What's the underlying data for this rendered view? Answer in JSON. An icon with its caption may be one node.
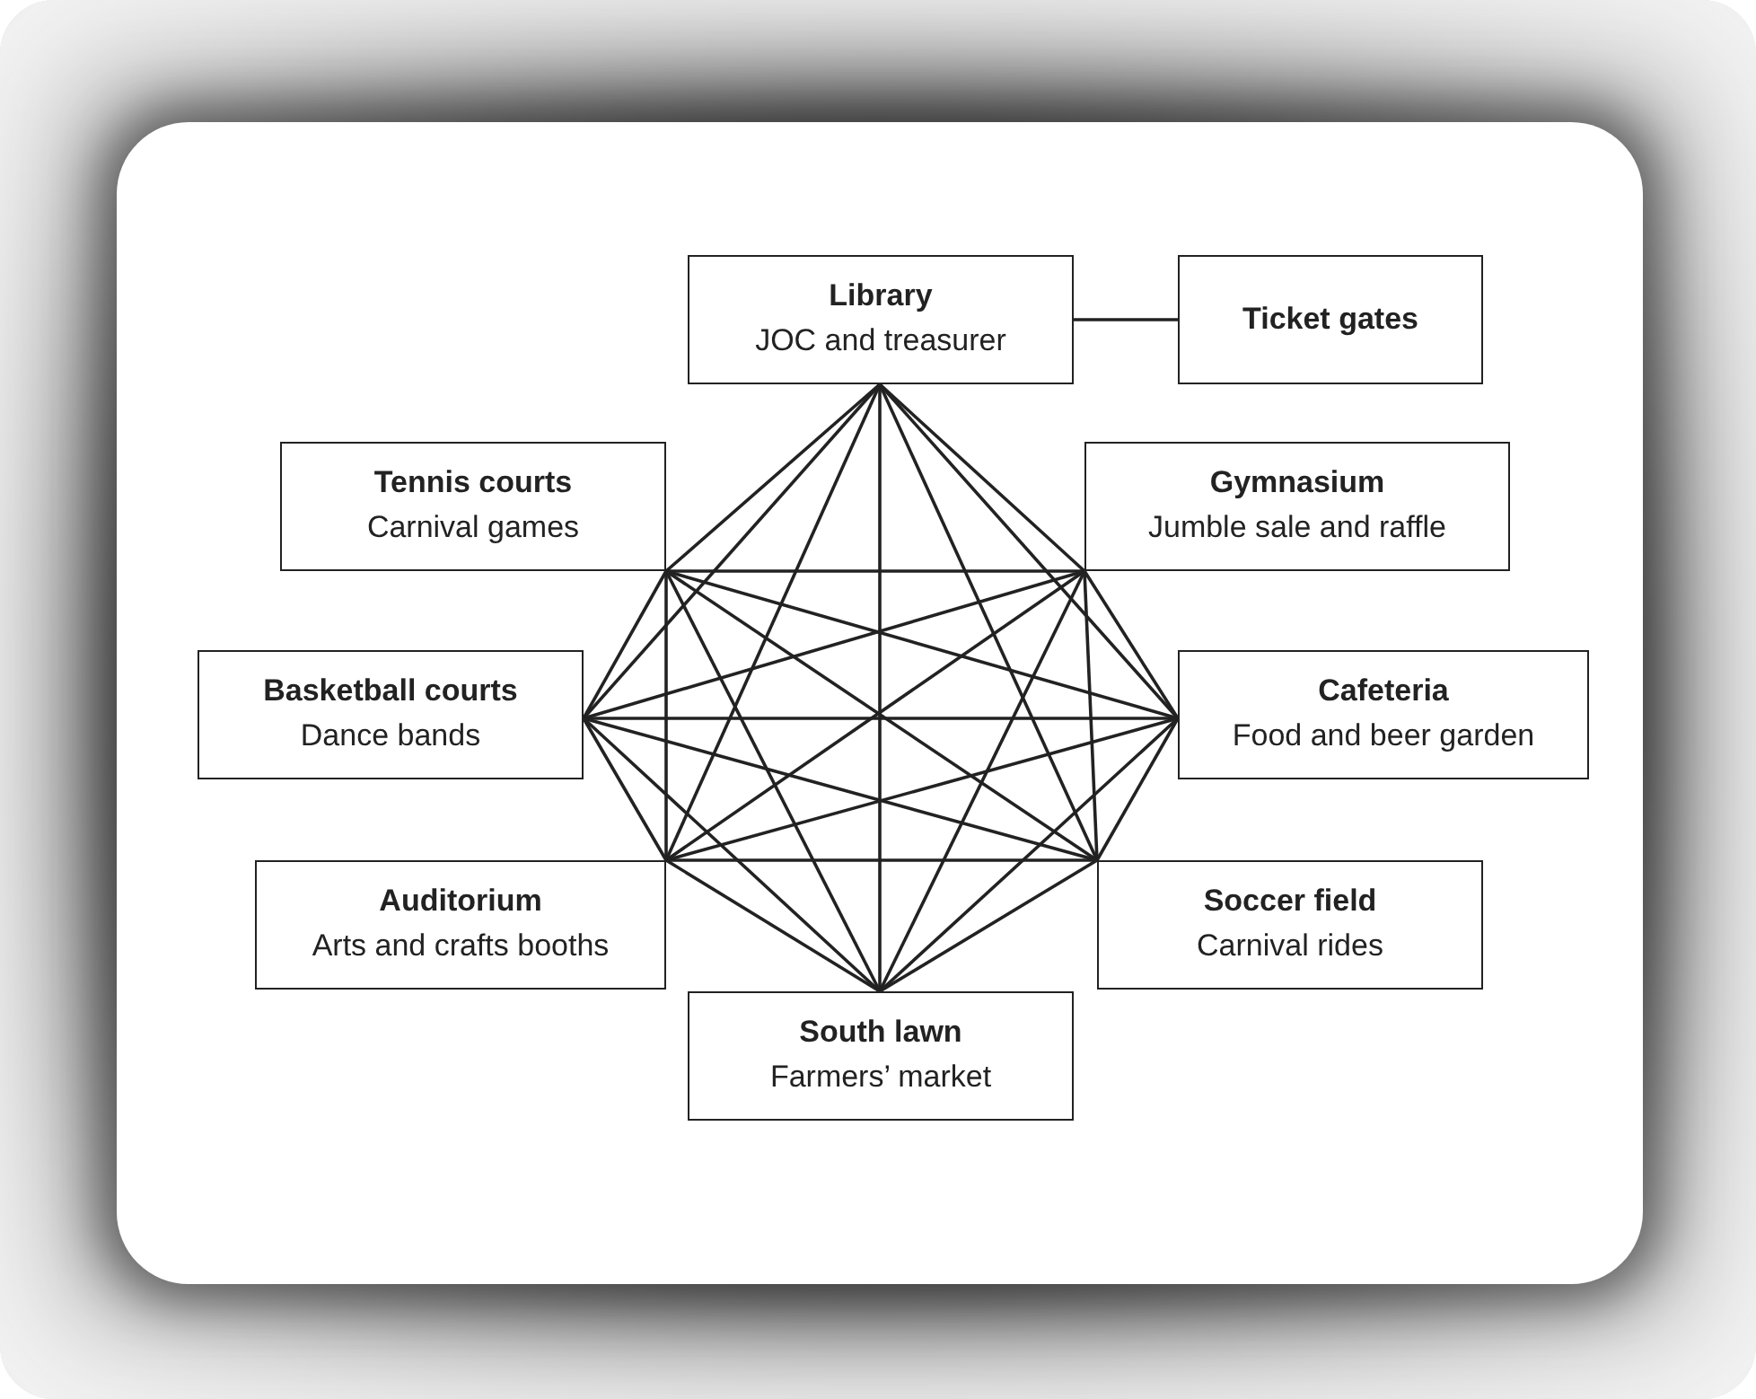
{
  "diagram": {
    "nodes": [
      {
        "text": [
          "Library",
          "JOC and treasurer"
        ]
      },
      {
        "text": [
          "Ticket gates"
        ]
      },
      {
        "text": [
          "Tennis courts",
          "Carnival games"
        ]
      },
      {
        "text": [
          "Gymnasium",
          "Jumble sale and raffle"
        ]
      },
      {
        "text": [
          "Basketball courts",
          "Dance bands"
        ]
      },
      {
        "text": [
          "Cafeteria",
          "Food and beer garden"
        ]
      },
      {
        "text": [
          "Auditorium",
          "Arts and crafts booths"
        ]
      },
      {
        "text": [
          "Soccer field",
          "Carnival rides"
        ]
      },
      {
        "text": [
          "South lawn",
          "Farmers’ market"
        ]
      }
    ],
    "edges": [
      {
        "from": 0,
        "to": 1,
        "arrow": "none"
      },
      {
        "from": 0,
        "to": 2,
        "arrow": "none"
      },
      {
        "from": 0,
        "to": 3,
        "arrow": "none"
      },
      {
        "from": 0,
        "to": 4,
        "arrow": "none"
      },
      {
        "from": 0,
        "to": 5,
        "arrow": "none"
      },
      {
        "from": 0,
        "to": 6,
        "arrow": "none"
      },
      {
        "from": 0,
        "to": 7,
        "arrow": "none"
      },
      {
        "from": 0,
        "to": 8,
        "arrow": "none"
      },
      {
        "from": 2,
        "to": 3,
        "arrow": "none"
      },
      {
        "from": 2,
        "to": 4,
        "arrow": "none"
      },
      {
        "from": 2,
        "to": 5,
        "arrow": "none"
      },
      {
        "from": 2,
        "to": 6,
        "arrow": "none"
      },
      {
        "from": 2,
        "to": 7,
        "arrow": "none"
      },
      {
        "from": 2,
        "to": 8,
        "arrow": "none"
      },
      {
        "from": 3,
        "to": 4,
        "arrow": "none"
      },
      {
        "from": 3,
        "to": 5,
        "arrow": "none"
      },
      {
        "from": 3,
        "to": 6,
        "arrow": "none"
      },
      {
        "from": 3,
        "to": 7,
        "arrow": "none"
      },
      {
        "from": 3,
        "to": 8,
        "arrow": "none"
      },
      {
        "from": 4,
        "to": 5,
        "arrow": "none"
      },
      {
        "from": 4,
        "to": 6,
        "arrow": "none"
      },
      {
        "from": 4,
        "to": 7,
        "arrow": "none"
      },
      {
        "from": 4,
        "to": 8,
        "arrow": "none"
      },
      {
        "from": 5,
        "to": 6,
        "arrow": "none"
      },
      {
        "from": 5,
        "to": 7,
        "arrow": "none"
      },
      {
        "from": 5,
        "to": 8,
        "arrow": "none"
      },
      {
        "from": 6,
        "to": 7,
        "arrow": "none"
      },
      {
        "from": 6,
        "to": 8,
        "arrow": "none"
      },
      {
        "from": 7,
        "to": 8,
        "arrow": "none"
      }
    ]
  }
}
